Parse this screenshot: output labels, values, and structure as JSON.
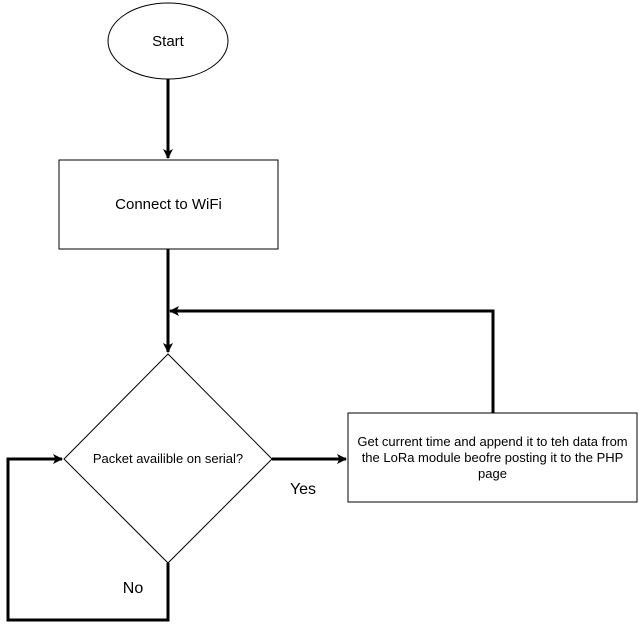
{
  "nodes": {
    "start": "Start",
    "connect": "Connect to WiFi",
    "decision": "Packet availible on serial?",
    "process": "Get current time and append it to teh data from the LoRa module beofre posting it to the PHP page"
  },
  "edges": {
    "yes": "Yes",
    "no": "No"
  },
  "colors": {
    "stroke": "#000000",
    "fill": "#ffffff",
    "text": "#000000"
  }
}
